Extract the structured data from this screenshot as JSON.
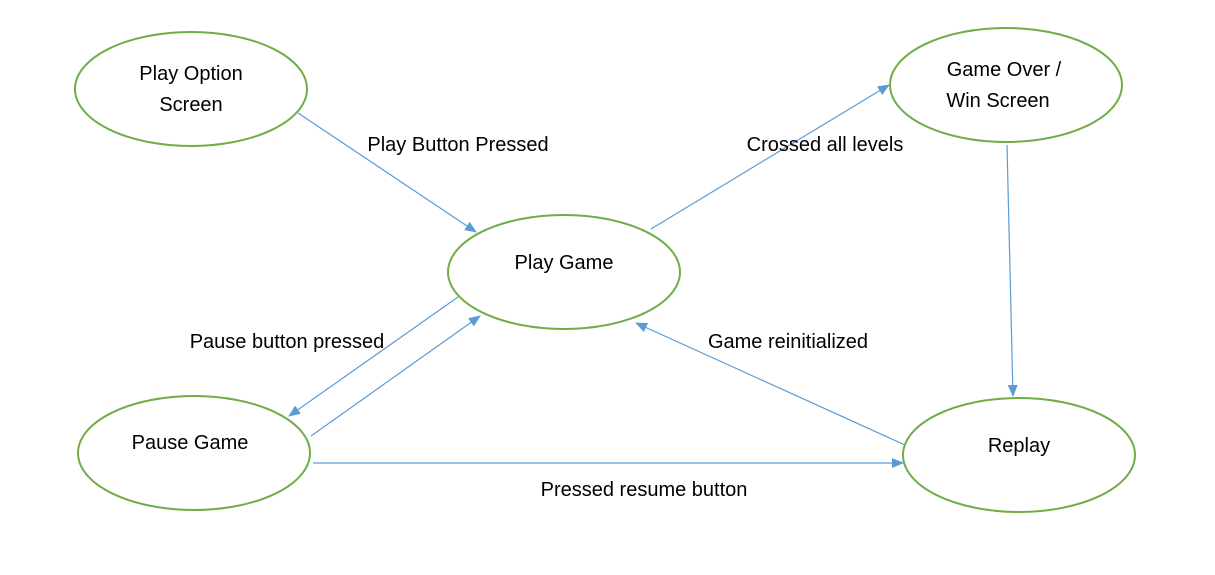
{
  "colors": {
    "node_stroke": "#70ad47",
    "node_fill": "#ffffff",
    "edge_stroke": "#5b9bd5",
    "text": "#000000"
  },
  "nodes": {
    "play_option": {
      "lines": [
        "Play Option",
        "Screen"
      ]
    },
    "play_game": {
      "lines": [
        "Play Game"
      ]
    },
    "game_over": {
      "lines": [
        "Game Over /",
        "Win Screen"
      ]
    },
    "pause_game": {
      "lines": [
        "Pause Game"
      ]
    },
    "replay": {
      "lines": [
        "Replay"
      ]
    }
  },
  "edges": {
    "play_pressed": {
      "from": "play_option",
      "to": "play_game",
      "label": "Play Button Pressed"
    },
    "crossed_levels": {
      "from": "play_game",
      "to": "game_over",
      "label": "Crossed all levels"
    },
    "to_replay": {
      "from": "game_over",
      "to": "replay",
      "label": ""
    },
    "pause_pressed": {
      "from": "play_game",
      "to": "pause_game",
      "label": "Pause button pressed"
    },
    "resume_play": {
      "from": "pause_game",
      "to": "play_game",
      "label": ""
    },
    "reinitialized": {
      "from": "replay",
      "to": "play_game",
      "label": "Game reinitialized"
    },
    "resume_button": {
      "from": "pause_game",
      "to": "replay",
      "label": "Pressed resume button"
    }
  }
}
